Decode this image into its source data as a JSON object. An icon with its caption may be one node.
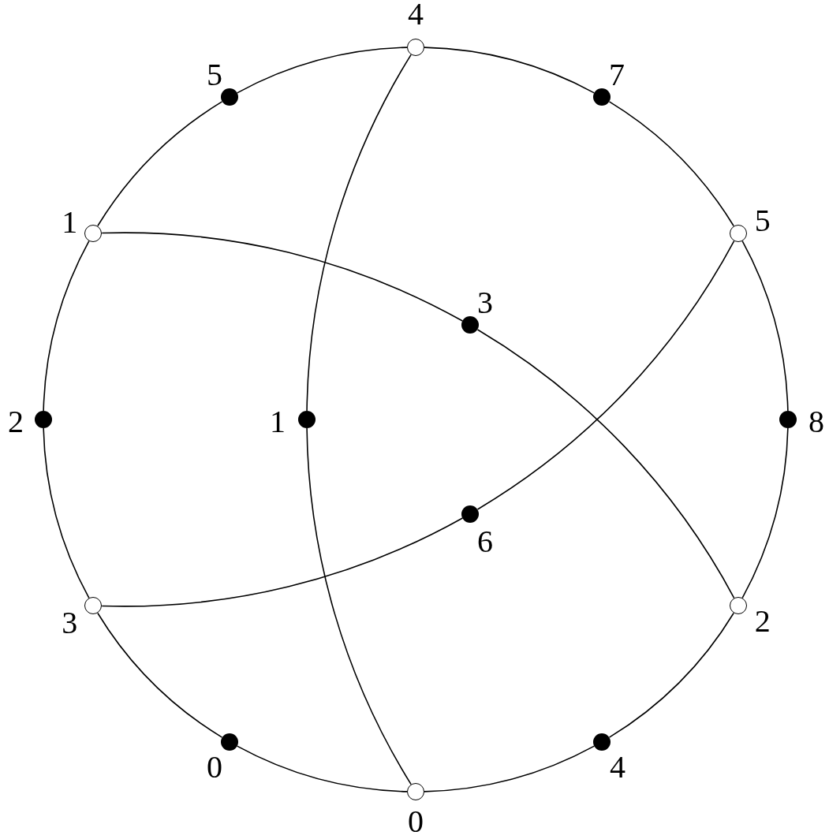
{
  "diagram": {
    "nodes": [
      {
        "text": [],
        "shape": "circle",
        "beside": [
          "4"
        ]
      },
      {
        "text": [],
        "shape": "circle",
        "beside": [
          "5"
        ]
      },
      {
        "text": [],
        "shape": "circle",
        "beside": [
          "7"
        ]
      },
      {
        "text": [],
        "shape": "circle",
        "beside": [
          "1"
        ]
      },
      {
        "text": [],
        "shape": "circle",
        "beside": [
          "5"
        ]
      },
      {
        "text": [],
        "shape": "circle",
        "beside": [
          "3"
        ]
      },
      {
        "text": [],
        "shape": "circle",
        "beside": [
          "2"
        ]
      },
      {
        "text": [],
        "shape": "circle",
        "beside": [
          "1"
        ]
      },
      {
        "text": [],
        "shape": "circle",
        "beside": [
          "8"
        ]
      },
      {
        "text": [],
        "shape": "circle",
        "beside": [
          "6"
        ]
      },
      {
        "text": [],
        "shape": "circle",
        "beside": [
          "3"
        ]
      },
      {
        "text": [],
        "shape": "circle",
        "beside": [
          "2"
        ]
      },
      {
        "text": [],
        "shape": "circle",
        "beside": [
          "0"
        ]
      },
      {
        "text": [],
        "shape": "circle",
        "beside": [
          "4"
        ]
      },
      {
        "text": [],
        "shape": "circle",
        "beside": [
          "0"
        ]
      }
    ],
    "edges": [
      {
        "from": 0,
        "to": 2,
        "arrow": "none"
      },
      {
        "from": 2,
        "to": 4,
        "arrow": "none"
      },
      {
        "from": 4,
        "to": 8,
        "arrow": "none"
      },
      {
        "from": 8,
        "to": 11,
        "arrow": "none"
      },
      {
        "from": 11,
        "to": 13,
        "arrow": "none"
      },
      {
        "from": 13,
        "to": 14,
        "arrow": "none"
      },
      {
        "from": 14,
        "to": 12,
        "arrow": "none"
      },
      {
        "from": 12,
        "to": 10,
        "arrow": "none"
      },
      {
        "from": 10,
        "to": 6,
        "arrow": "none"
      },
      {
        "from": 6,
        "to": 3,
        "arrow": "none"
      },
      {
        "from": 3,
        "to": 1,
        "arrow": "none"
      },
      {
        "from": 1,
        "to": 0,
        "arrow": "none"
      },
      {
        "from": 3,
        "to": 5,
        "arrow": "none"
      },
      {
        "from": 5,
        "to": 11,
        "arrow": "none"
      },
      {
        "from": 10,
        "to": 9,
        "arrow": "none"
      },
      {
        "from": 9,
        "to": 4,
        "arrow": "none"
      },
      {
        "from": 0,
        "to": 7,
        "arrow": "none"
      },
      {
        "from": 7,
        "to": 14,
        "arrow": "none"
      }
    ]
  }
}
